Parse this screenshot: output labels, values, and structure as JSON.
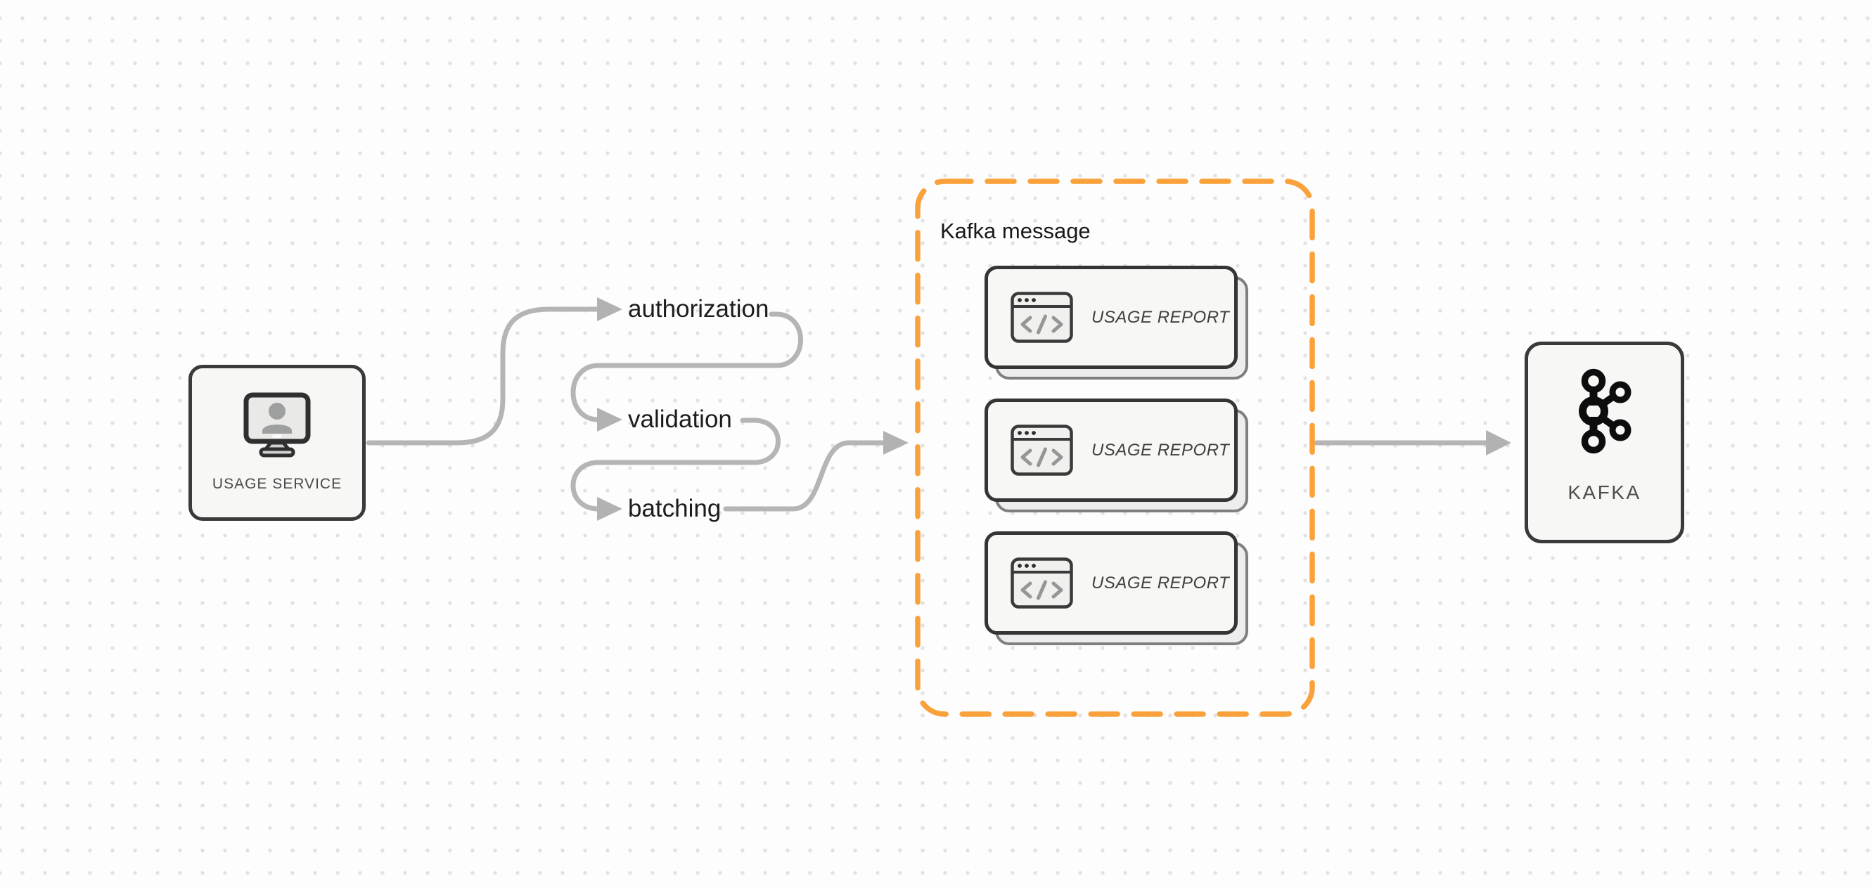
{
  "diagram": {
    "usage_service": {
      "label": "USAGE SERVICE",
      "icon": "monitor-user-icon"
    },
    "steps": [
      {
        "label": "authorization"
      },
      {
        "label": "validation"
      },
      {
        "label": "batching"
      }
    ],
    "kafka_message_group": {
      "title": "Kafka message",
      "cards": [
        {
          "label": "USAGE REPORT",
          "icon": "code-window-icon"
        },
        {
          "label": "USAGE REPORT",
          "icon": "code-window-icon"
        },
        {
          "label": "USAGE REPORT",
          "icon": "code-window-icon"
        }
      ]
    },
    "kafka": {
      "label": "KAFKA",
      "icon": "kafka-logo-icon"
    },
    "colors": {
      "accent_orange": "#F9A23B",
      "arrow_gray": "#B5B5B5",
      "node_border": "#3A3A3A",
      "node_fill": "#F7F8F5",
      "canvas_bg": "#FDFDFD",
      "dot_grid": "#E2E2E2"
    }
  }
}
